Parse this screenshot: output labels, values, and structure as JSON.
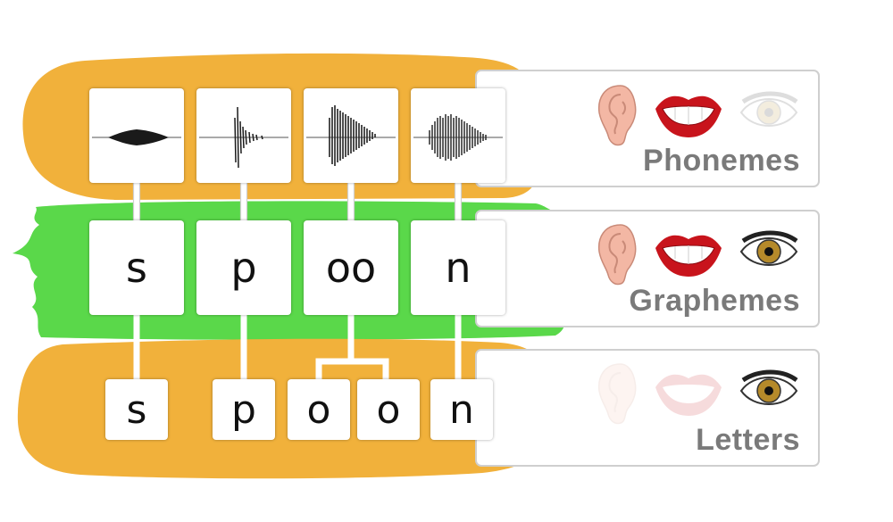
{
  "word": "spoon",
  "layers": {
    "phonemes": {
      "label": "Phonemes",
      "senses": {
        "ear": "active",
        "mouth": "active",
        "eye": "faded"
      }
    },
    "graphemes": {
      "label": "Graphemes",
      "items": [
        "s",
        "p",
        "oo",
        "n"
      ],
      "senses": {
        "ear": "active",
        "mouth": "active",
        "eye": "active"
      }
    },
    "letters": {
      "label": "Letters",
      "items": [
        "s",
        "p",
        "o",
        "o",
        "n"
      ],
      "senses": {
        "ear": "faded",
        "mouth": "faded",
        "eye": "active"
      }
    }
  },
  "icons": [
    "ear-icon",
    "mouth-icon",
    "eye-icon",
    "waveform-icon"
  ],
  "colors": {
    "bun": "#f1b13b",
    "filling": "#5ad84a",
    "legend_text": "#7a7a7a",
    "legend_border": "#cfcfcf",
    "waveform": "#1a1a1a",
    "connector": "#ffffff"
  }
}
